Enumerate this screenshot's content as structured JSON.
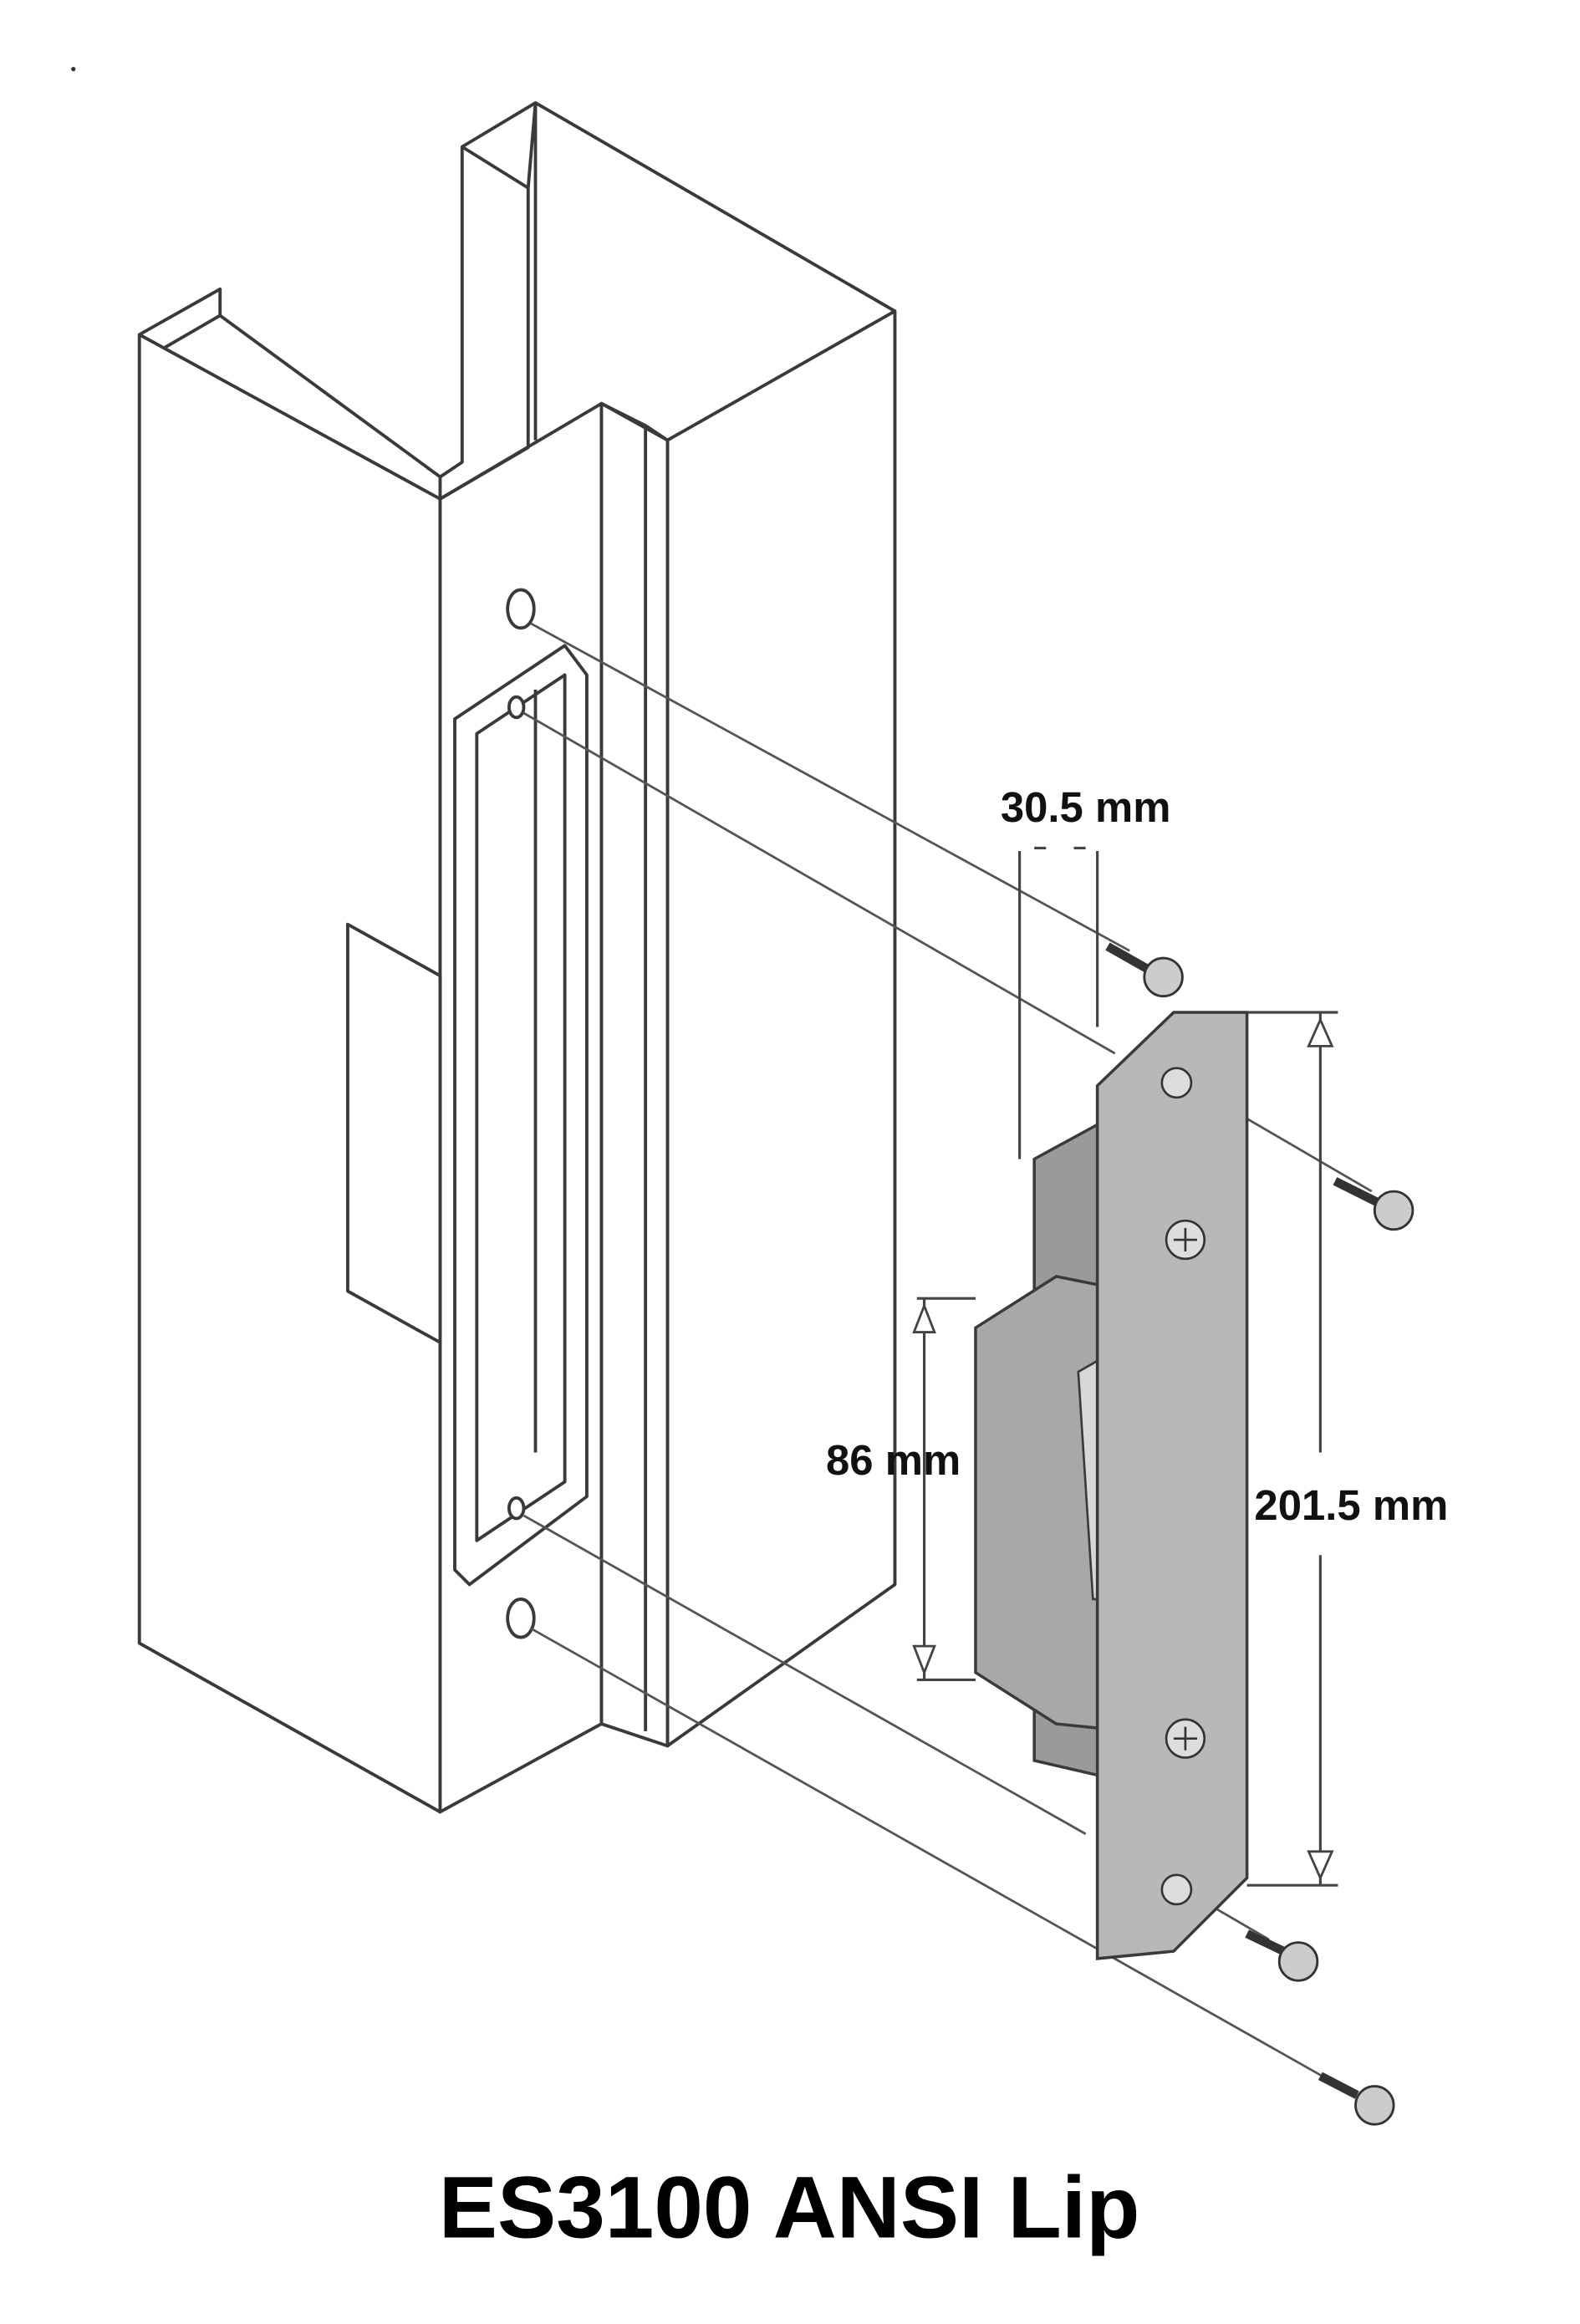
{
  "diagram": {
    "title": "ES3100 ANSI Lip",
    "dimensions": {
      "width_label": "30.5 mm",
      "keeper_height_label": "86 mm",
      "faceplate_height_label": "201.5 mm"
    },
    "colors": {
      "line": "#3a3a3a",
      "strike_metal": "#b8b8b8",
      "strike_body": "#9a9a9a"
    }
  }
}
